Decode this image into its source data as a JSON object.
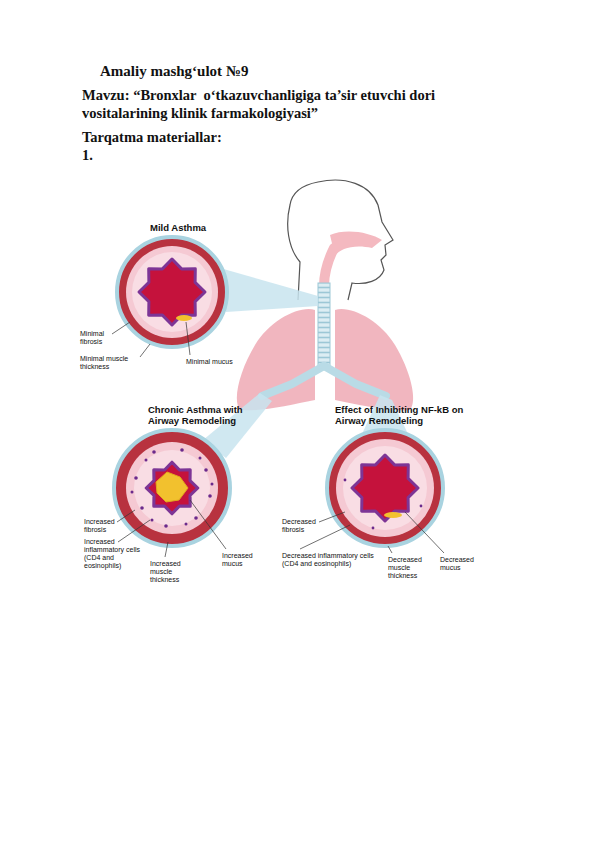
{
  "diagram": {
    "title": "Amaliy mashg‘ulot №9",
    "labels": [
      "Mavzu: “Bronxlar  o‘tkazuvchanligiga ta’sir etuvchi dori vositalarining klinik farmakologiyasi”",
      "Tarqatma materiallar:",
      "1.",
      "Mild Asthma",
      "Minimal fibrosis",
      "Minimal muscle thickness",
      "Minimal mucus",
      "Chronic Asthma with Airway Remodeling",
      "Increased fibrosis",
      "Increased inflammatory cells (CD4 and eosinophils)",
      "Increased muscle thickness",
      "Increased mucus",
      "Effect of Inhibiting NF-kB on Airway Remodeling",
      "Decreased fibrosis",
      "Decreased inflammatory cells (CD4 and eosinophils)",
      "Decreased muscle thickness",
      "Decreased mucus"
    ]
  }
}
